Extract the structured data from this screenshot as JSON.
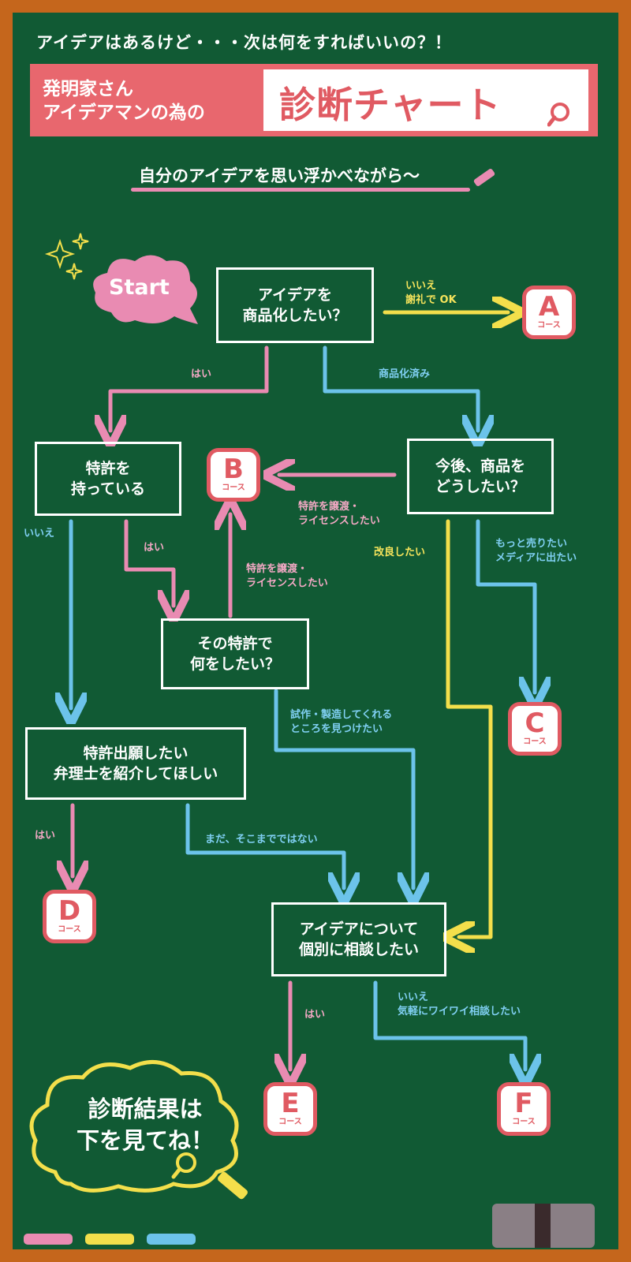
{
  "header": {
    "top_line": "アイデアはあるけど・・・次は何をすればいいの？！",
    "banner_line1": "発明家さん",
    "banner_line2": "アイデアマンの為の",
    "banner_title": "診断チャート",
    "subtitle": "自分のアイデアを思い浮かべながら〜"
  },
  "start_label": "Start",
  "nodes": {
    "q1": "アイデアを\n商品化したい？",
    "patent_have": "特許を\n持っている",
    "future": "今後、商品を\nどうしたい？",
    "patent_use": "その特許で\n何をしたい？",
    "apply": "特許出願したい\n弁理士を紹介してほしい",
    "consult": "アイデアについて\n個別に相談したい"
  },
  "courses": {
    "suffix": "コース",
    "a": "A",
    "b": "B",
    "c": "C",
    "d": "D",
    "e": "E",
    "f": "F"
  },
  "edges": {
    "q1_no": "いいえ\n謝礼で OK",
    "q1_yes": "はい",
    "q1_done": "商品化済み",
    "future_license": "特許を譲渡・\nライセンスしたい",
    "future_improve": "改良したい",
    "future_sell": "もっと売りたい\nメディアに出たい",
    "patent_no": "いいえ",
    "patent_yes": "はい",
    "use_license": "特許を譲渡・\nライセンスしたい",
    "use_make": "試作・製造してくれる\nところを見つけたい",
    "apply_yes": "はい",
    "apply_notyet": "まだ、そこまでではない",
    "consult_yes": "はい",
    "consult_no": "いいえ\n気軽にワイワイ相談したい"
  },
  "result_text": "診断結果は\n下を見てね！",
  "colors": {
    "board": "#115a34",
    "frame": "#c5661c",
    "accent_red": "#e05a62",
    "chalk_pink": "#e98bb2",
    "chalk_blue": "#6cc3ea",
    "chalk_yellow": "#f3df4b"
  },
  "icons": [
    "magnifier-icon",
    "chalk-icon",
    "sparkle-icon",
    "eraser-icon"
  ]
}
